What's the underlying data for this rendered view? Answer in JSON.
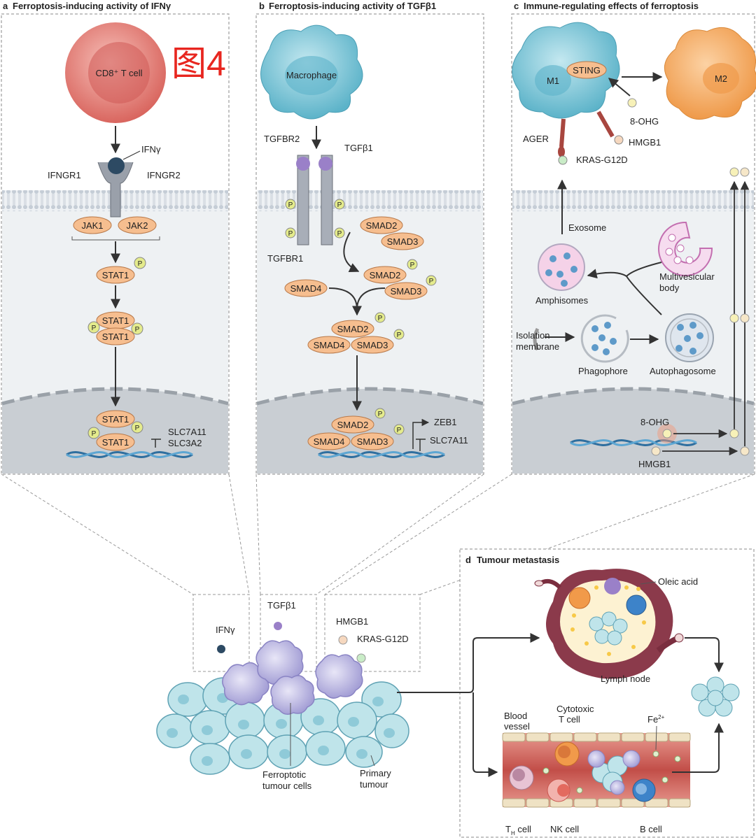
{
  "watermark": "图4",
  "panels": {
    "a": {
      "letter": "a",
      "title": "Ferroptosis-inducing activity of IFNγ",
      "cell": "CD8⁺ T cell",
      "ligand": "IFNγ",
      "receptor1": "IFNGR1",
      "receptor2": "IFNGR2",
      "kinase1": "JAK1",
      "kinase2": "JAK2",
      "stat": "STAT1",
      "phospho": "P",
      "target1": "SLC7A11",
      "target2": "SLC3A2"
    },
    "b": {
      "letter": "b",
      "title": "Ferroptosis-inducing activity of TGFβ1",
      "cell": "Macrophage",
      "receptor2": "TGFBR2",
      "receptor1": "TGFBR1",
      "ligand": "TGFβ1",
      "smad2": "SMAD2",
      "smad3": "SMAD3",
      "smad4": "SMAD4",
      "phospho": "P",
      "target1": "ZEB1",
      "target2": "SLC7A11"
    },
    "c": {
      "letter": "c",
      "title": "Immune-regulating effects of ferroptosis",
      "m1": "M1",
      "m2": "M2",
      "sting": "STING",
      "ohg": "8-OHG",
      "hmgb1": "HMGB1",
      "ager": "AGER",
      "kras": "KRAS-G12D",
      "exosome": "Exosome",
      "amphisomes": "Amphisomes",
      "mvb1": "Multivesicular",
      "mvb2": "body",
      "isolation1": "Isolation",
      "isolation2": "membrane",
      "phagophore": "Phagophore",
      "autophagosome": "Autophagosome",
      "ohg_dna": "8-OHG",
      "hmgb1_dna": "HMGB1"
    },
    "d": {
      "letter": "d",
      "title": "Tumour metastasis",
      "oleic": "Oleic acid",
      "lymph": "Lymph node",
      "blood1": "Blood",
      "blood2": "vessel",
      "cytotoxic1": "Cytotoxic",
      "cytotoxic2": "T cell",
      "fe": "Fe",
      "fe_sup": "2+",
      "th": "T",
      "th_sub": "H",
      "th_suffix": " cell",
      "nk": "NK cell",
      "bcell": "B cell"
    },
    "tumour": {
      "ifng": "IFNγ",
      "tgfb1": "TGFβ1",
      "hmgb1": "HMGB1",
      "kras": "KRAS-G12D",
      "ferro1": "Ferroptotic",
      "ferro2": "tumour cells",
      "primary1": "Primary",
      "primary2": "tumour"
    }
  },
  "colors": {
    "membrane": "#d7dde4",
    "cytoplasm": "#eef1f3",
    "nucleus": "#c9ced3",
    "protein": "#f6be8f",
    "phospho": "#e4eb8c",
    "tcell": "#e06a6a",
    "macrophage": "#79c4d6",
    "m2": "#f2a55a",
    "tumour_cell": "#bfe4ea",
    "ferroptotic": "#b8b4e0",
    "vessel": "#c45a55",
    "lymph": "#8b3a4b",
    "watermark": "#e8261f"
  }
}
